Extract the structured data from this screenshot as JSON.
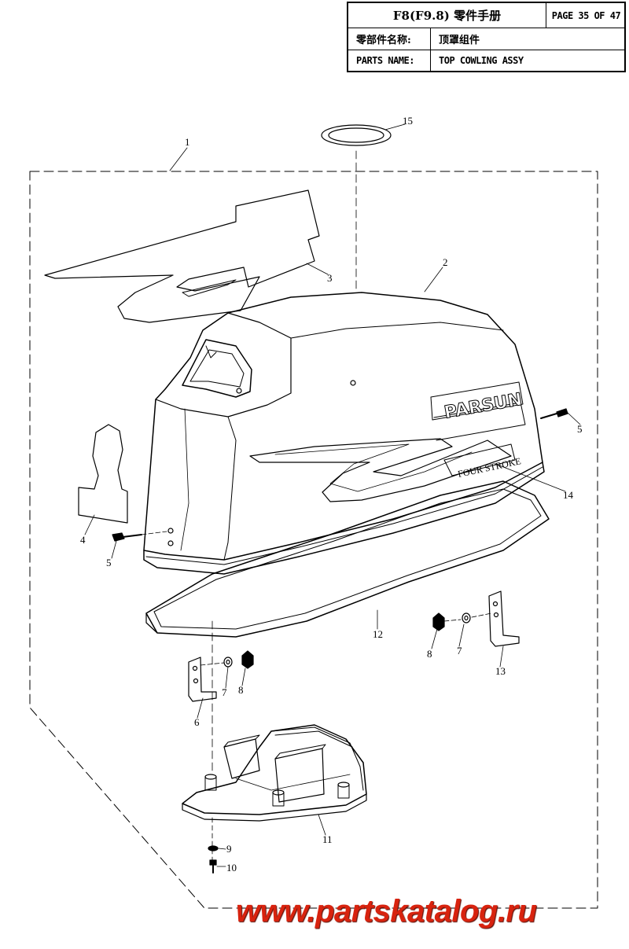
{
  "header": {
    "manual_title": "F8(F9.8) 零件手册",
    "page": "PAGE 35 OF 47",
    "name_label_cn": "零部件名称:",
    "name_value_cn": "顶罩组件",
    "name_label_en": "PARTS NAME:",
    "name_value_en": "TOP COWLING ASSY"
  },
  "decals": {
    "brand": "PARSUN",
    "stroke": "FOUR STROKE"
  },
  "callouts": [
    "1",
    "2",
    "3",
    "4",
    "5",
    "5",
    "6",
    "7",
    "7",
    "8",
    "8",
    "9",
    "10",
    "11",
    "12",
    "13",
    "14",
    "15"
  ],
  "watermark": "www.partskatalog.ru"
}
